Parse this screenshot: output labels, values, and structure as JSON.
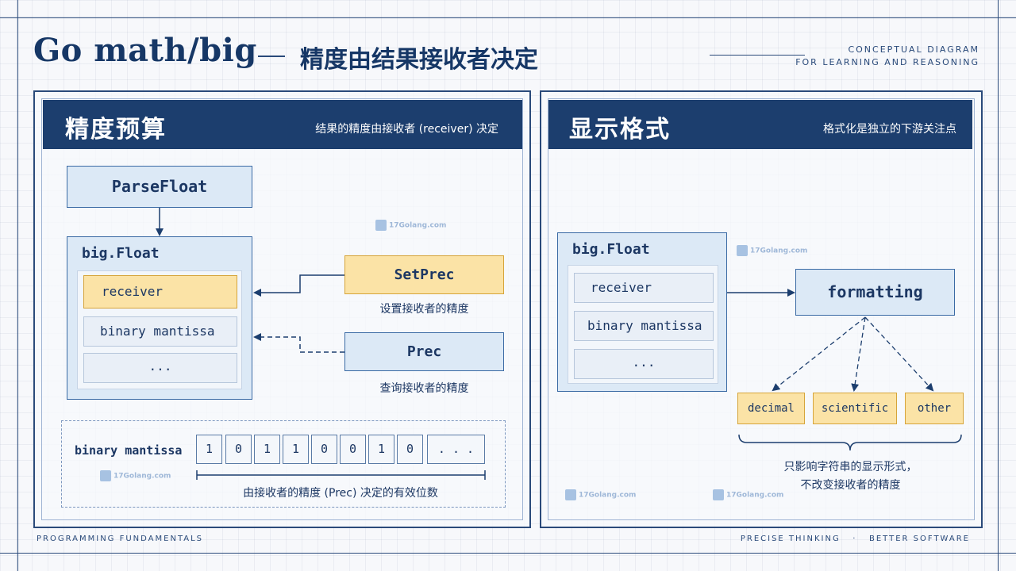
{
  "header": {
    "title_en": "Go math/big",
    "title_cn": "精度由结果接收者决定",
    "tag_line1": "CONCEPTUAL DIAGRAM",
    "tag_line2": "FOR LEARNING AND REASONING"
  },
  "left_panel": {
    "title": "精度预算",
    "subtitle": "结果的精度由接收者 (receiver) 决定",
    "parsefloat": "ParseFloat",
    "bigfloat_label": "big.Float",
    "fields": [
      "receiver",
      "binary mantissa",
      "..."
    ],
    "setprec": "SetPrec",
    "setprec_caption": "设置接收者的精度",
    "prec": "Prec",
    "prec_caption": "查询接收者的精度",
    "mantissa_label": "binary mantissa",
    "bits": [
      "1",
      "0",
      "1",
      "1",
      "0",
      "0",
      "1",
      "0",
      ". . ."
    ],
    "mantissa_caption": "由接收者的精度 (Prec) 决定的有效位数"
  },
  "right_panel": {
    "title": "显示格式",
    "subtitle": "格式化是独立的下游关注点",
    "bigfloat_label": "big.Float",
    "fields": [
      "receiver",
      "binary mantissa",
      "..."
    ],
    "formatting": "formatting",
    "formats": [
      "decimal",
      "scientific",
      "other"
    ],
    "caption_line1": "只影响字符串的显示形式，",
    "caption_line2": "不改变接收者的精度"
  },
  "watermark": "17Golang.com",
  "footer": {
    "left": "PROGRAMMING FUNDAMENTALS",
    "right": "PRECISE THINKING   ·   BETTER SOFTWARE"
  },
  "colors": {
    "navy": "#1c3e6e",
    "light_blue": "#dce9f6",
    "yellow": "#fbe3a6",
    "border_blue": "#3a6aa4"
  }
}
